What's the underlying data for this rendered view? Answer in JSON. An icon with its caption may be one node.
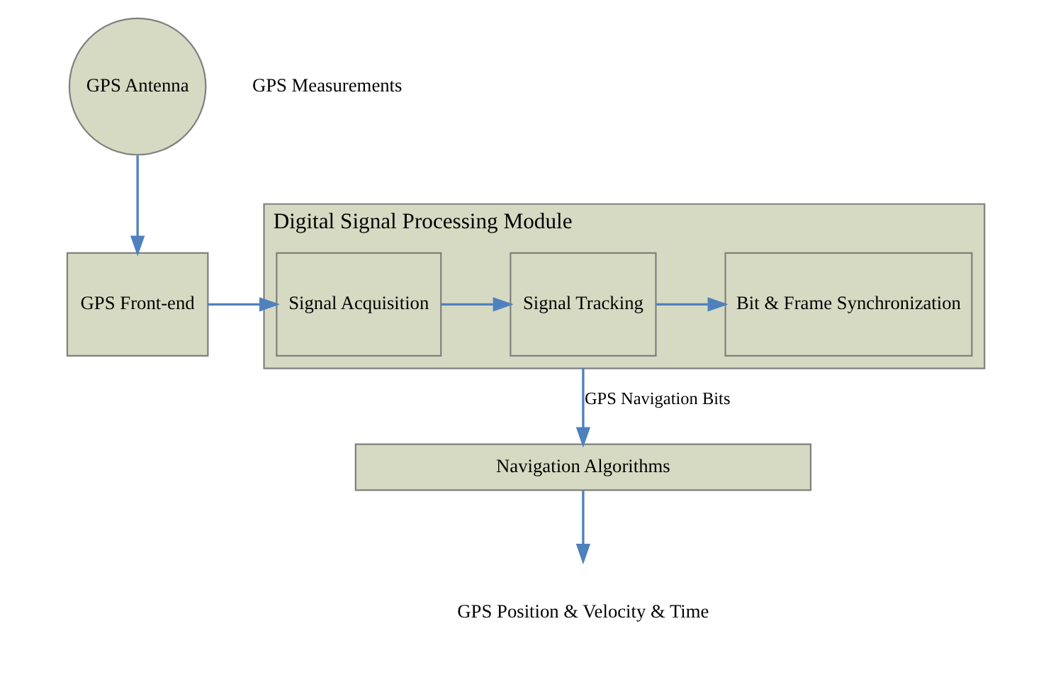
{
  "diagram": {
    "nodes": [
      {
        "text": [
          "GPS Antenna"
        ]
      },
      {
        "text": [
          "GPS Front-end"
        ]
      },
      {
        "text": [
          "Digital Signal Processing Module"
        ]
      },
      {
        "text": [
          "Signal Acquisition"
        ],
        "in": 2
      },
      {
        "text": [
          "Signal Tracking"
        ],
        "in": 2
      },
      {
        "text": [
          "Bit & Frame Synchronization"
        ],
        "in": 2
      },
      {
        "text": [
          "Navigation Algorithms"
        ]
      },
      {
        "text": [
          "GPS Position & Velocity & Time"
        ]
      }
    ],
    "edges": [
      {
        "from": 0,
        "to": 1,
        "arrow": "to"
      },
      {
        "from": 1,
        "to": 3,
        "arrow": "to"
      },
      {
        "from": 3,
        "to": 4,
        "arrow": "to"
      },
      {
        "from": 4,
        "to": 5,
        "arrow": "to"
      },
      {
        "from": 2,
        "to": 6,
        "arrow": "to",
        "label": "GPS Navigation Bits"
      },
      {
        "from": 6,
        "to": 7,
        "arrow": "to"
      }
    ],
    "labels": [
      "GPS Measurements"
    ]
  }
}
